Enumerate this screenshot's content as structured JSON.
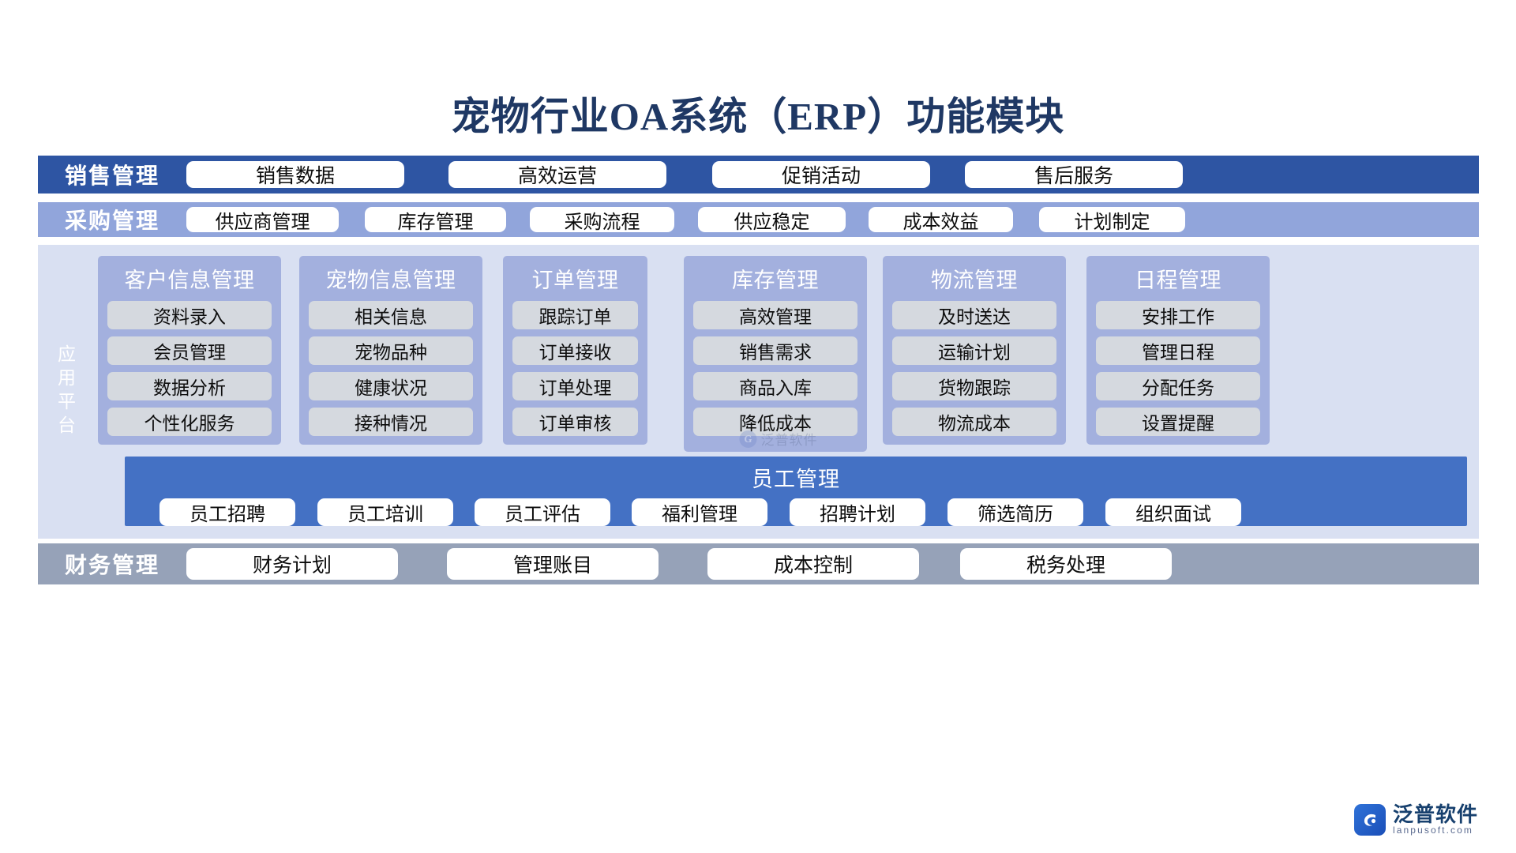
{
  "title": "宠物行业OA系统（ERP）功能模块",
  "sales": {
    "label": "销售管理",
    "items": [
      "销售数据",
      "高效运营",
      "促销活动",
      "售后服务"
    ]
  },
  "purchase": {
    "label": "采购管理",
    "items": [
      "供应商管理",
      "库存管理",
      "采购流程",
      "供应稳定",
      "成本效益",
      "计划制定"
    ]
  },
  "platform": {
    "label": "应用平台",
    "cards": [
      {
        "title": "客户信息管理",
        "items": [
          "资料录入",
          "会员管理",
          "数据分析",
          "个性化服务"
        ]
      },
      {
        "title": "宠物信息管理",
        "items": [
          "相关信息",
          "宠物品种",
          "健康状况",
          "接种情况"
        ]
      },
      {
        "title": "订单管理",
        "items": [
          "跟踪订单",
          "订单接收",
          "订单处理",
          "订单审核"
        ]
      },
      {
        "title": "库存管理",
        "items": [
          "高效管理",
          "销售需求",
          "商品入库",
          "降低成本"
        ]
      },
      {
        "title": "物流管理",
        "items": [
          "及时送达",
          "运输计划",
          "货物跟踪",
          "物流成本"
        ]
      },
      {
        "title": "日程管理",
        "items": [
          "安排工作",
          "管理日程",
          "分配任务",
          "设置提醒"
        ]
      }
    ],
    "watermark": "泛普软件"
  },
  "employee": {
    "title": "员工管理",
    "items": [
      "员工招聘",
      "员工培训",
      "员工评估",
      "福利管理",
      "招聘计划",
      "筛选简历",
      "组织面试"
    ]
  },
  "finance": {
    "label": "财务管理",
    "items": [
      "财务计划",
      "管理账目",
      "成本控制",
      "税务处理"
    ]
  },
  "logo": {
    "name": "泛普软件",
    "url": "lanpusoft.com"
  },
  "colors": {
    "title": "#1F3864",
    "sales_band": "#2E55A3",
    "purchase_band": "#91A5DB",
    "platform_bg": "#D9E0F2",
    "card_bg": "#A3B0DE",
    "card_item_bg": "#D5D9DF",
    "employee_band": "#4471C4",
    "finance_band": "#96A2B8"
  }
}
